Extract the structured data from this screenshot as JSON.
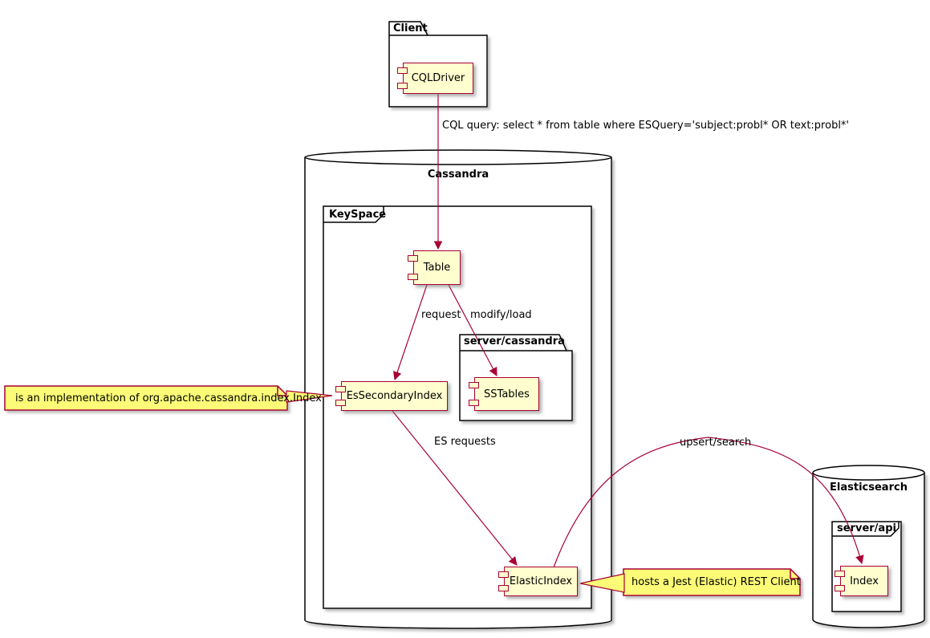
{
  "packages": {
    "client": {
      "title": "Client"
    },
    "keyspace": {
      "title": "KeySpace"
    },
    "server_cassandra": {
      "title": "server/cassandra"
    },
    "server_api": {
      "title": "server/api"
    }
  },
  "databases": {
    "cassandra": {
      "title": "Cassandra"
    },
    "elasticsearch": {
      "title": "Elasticsearch"
    }
  },
  "components": {
    "cqldriver": {
      "label": "CQLDriver"
    },
    "table": {
      "label": "Table"
    },
    "sstables": {
      "label": "SSTables"
    },
    "es_secondary_index": {
      "label": "EsSecondaryIndex"
    },
    "elastic_index": {
      "label": "ElasticIndex"
    },
    "index": {
      "label": "Index"
    }
  },
  "edges": {
    "cql_query": {
      "label": "CQL query: select * from table where ESQuery='subject:probl* OR text:probl*'"
    },
    "request": {
      "label": "request"
    },
    "modify_load": {
      "label": "modify/load"
    },
    "es_requests": {
      "label": "ES requests"
    },
    "upsert_search": {
      "label": "upsert/search"
    }
  },
  "notes": {
    "note_left": {
      "text": "is an implementation of org.apache.cassandra.index.Index"
    },
    "note_right": {
      "text": "hosts a Jest (Elastic) REST Client"
    }
  },
  "colors": {
    "component_fill": "#FEFECE",
    "component_border": "#A80036",
    "arrow": "#A80036",
    "note_fill": "#FBFB77",
    "shape_border": "#000000",
    "background": "#FFFFFF"
  }
}
